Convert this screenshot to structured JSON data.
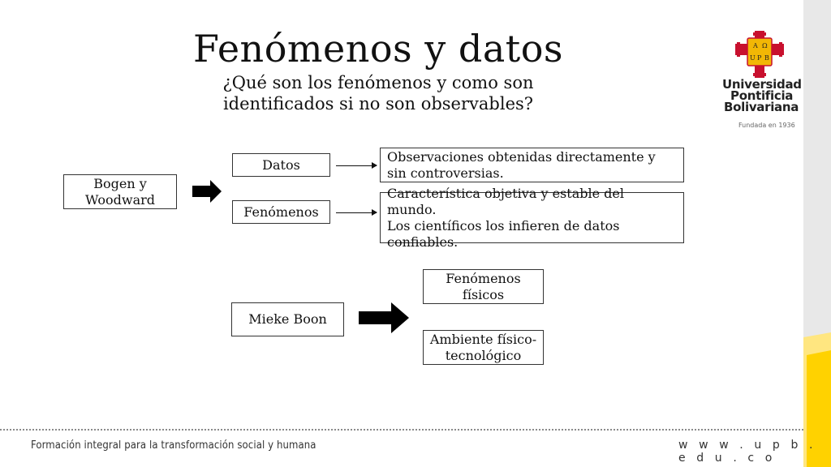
{
  "title": "Fenómenos y datos",
  "subtitle": "¿Qué son los fenómenos y como son\nidentificados si no son observables?",
  "diagram": {
    "source1": "Bogen y\nWoodward",
    "node_datos": "Datos",
    "node_fenomenos": "Fenómenos",
    "desc_datos": "Observaciones obtenidas directamente y\nsin controversias.",
    "desc_fenomenos": "Característica objetiva y estable del mundo.\nLos científicos los infieren de datos\nconfiables.",
    "source2": "Mieke Boon",
    "node_fisicos": "Fenómenos\nfísicos",
    "node_ambiente": "Ambiente físico-\ntecnológico"
  },
  "logo": {
    "line1": "Universidad",
    "line2": "Pontificia",
    "line3": "Bolivariana",
    "founded": "Fundada en 1936",
    "shield_letters": [
      "A",
      "Ω",
      "U",
      "P",
      "B"
    ]
  },
  "footer": {
    "tagline": "Formación integral para la transformación social y humana",
    "url": "w w w . u p b . e d u . c o"
  },
  "colors": {
    "logo_red": "#c8102e",
    "logo_gold": "#f2b705",
    "stripe_yellow": "#ffd200",
    "stripe_gray": "#e8e8e8"
  }
}
